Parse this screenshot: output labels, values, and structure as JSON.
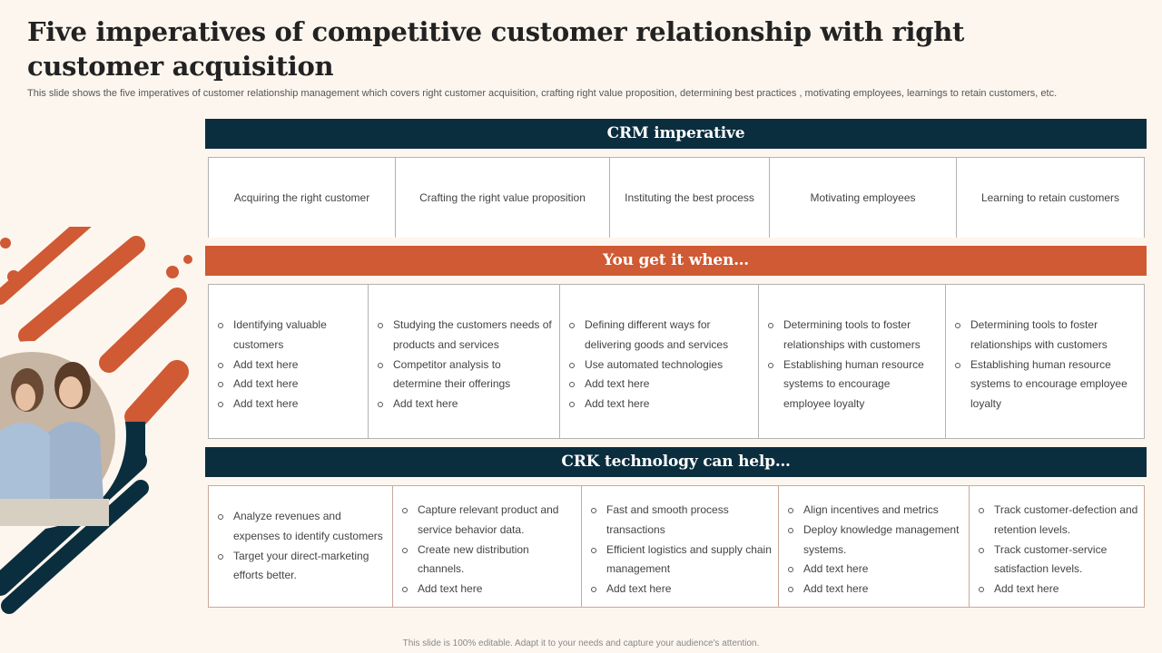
{
  "slide": {
    "title": "Five imperatives of competitive customer relationship with right customer acquisition",
    "subtitle": "This slide shows the five imperatives of customer relationship management which covers right customer acquisition, crafting right value proposition, determining best practices , motivating employees, learnings to retain customers, etc.",
    "footer": "This slide is 100% editable. Adapt it to your needs and capture your audience's attention."
  },
  "crm": {
    "heading": "CRM imperative",
    "items": [
      "Acquiring the right customer",
      "Crafting the right value proposition",
      "Instituting the best process",
      "Motivating  employees",
      "Learning to retain customers"
    ]
  },
  "when": {
    "heading": "You get it when…",
    "columns": [
      [
        "Identifying valuable customers",
        "Add text here",
        "Add text here",
        "Add text here"
      ],
      [
        "Studying the customers needs of products and services",
        "Competitor analysis to determine their offerings",
        "Add text here"
      ],
      [
        "Defining different ways for delivering goods and services",
        "Use automated technologies",
        "Add text here",
        "Add text here"
      ],
      [
        "Determining tools to foster relationships with customers",
        "Establishing human resource systems to encourage employee loyalty"
      ],
      [
        "Determining tools to foster relationships with customers",
        "Establishing human resource systems to encourage employee loyalty"
      ]
    ]
  },
  "tech": {
    "heading": "CRK technology can help…",
    "columns": [
      [
        "Analyze  revenues and expenses to identify customers",
        "Target your direct-marketing efforts better."
      ],
      [
        "Capture relevant product and service behavior data.",
        "Create new distribution channels.",
        "Add text here"
      ],
      [
        "Fast and smooth process transactions",
        "Efficient logistics and supply chain management",
        "Add text here"
      ],
      [
        "Align incentives and metrics",
        "Deploy knowledge management systems.",
        "Add text here",
        "Add text here"
      ],
      [
        "Track customer-defection and retention levels.",
        "Track customer-service satisfaction levels.",
        "Add text here"
      ]
    ]
  },
  "colors": {
    "navy": "#0b2e3f",
    "orange": "#cf5a34",
    "background": "#fdf6ee"
  }
}
